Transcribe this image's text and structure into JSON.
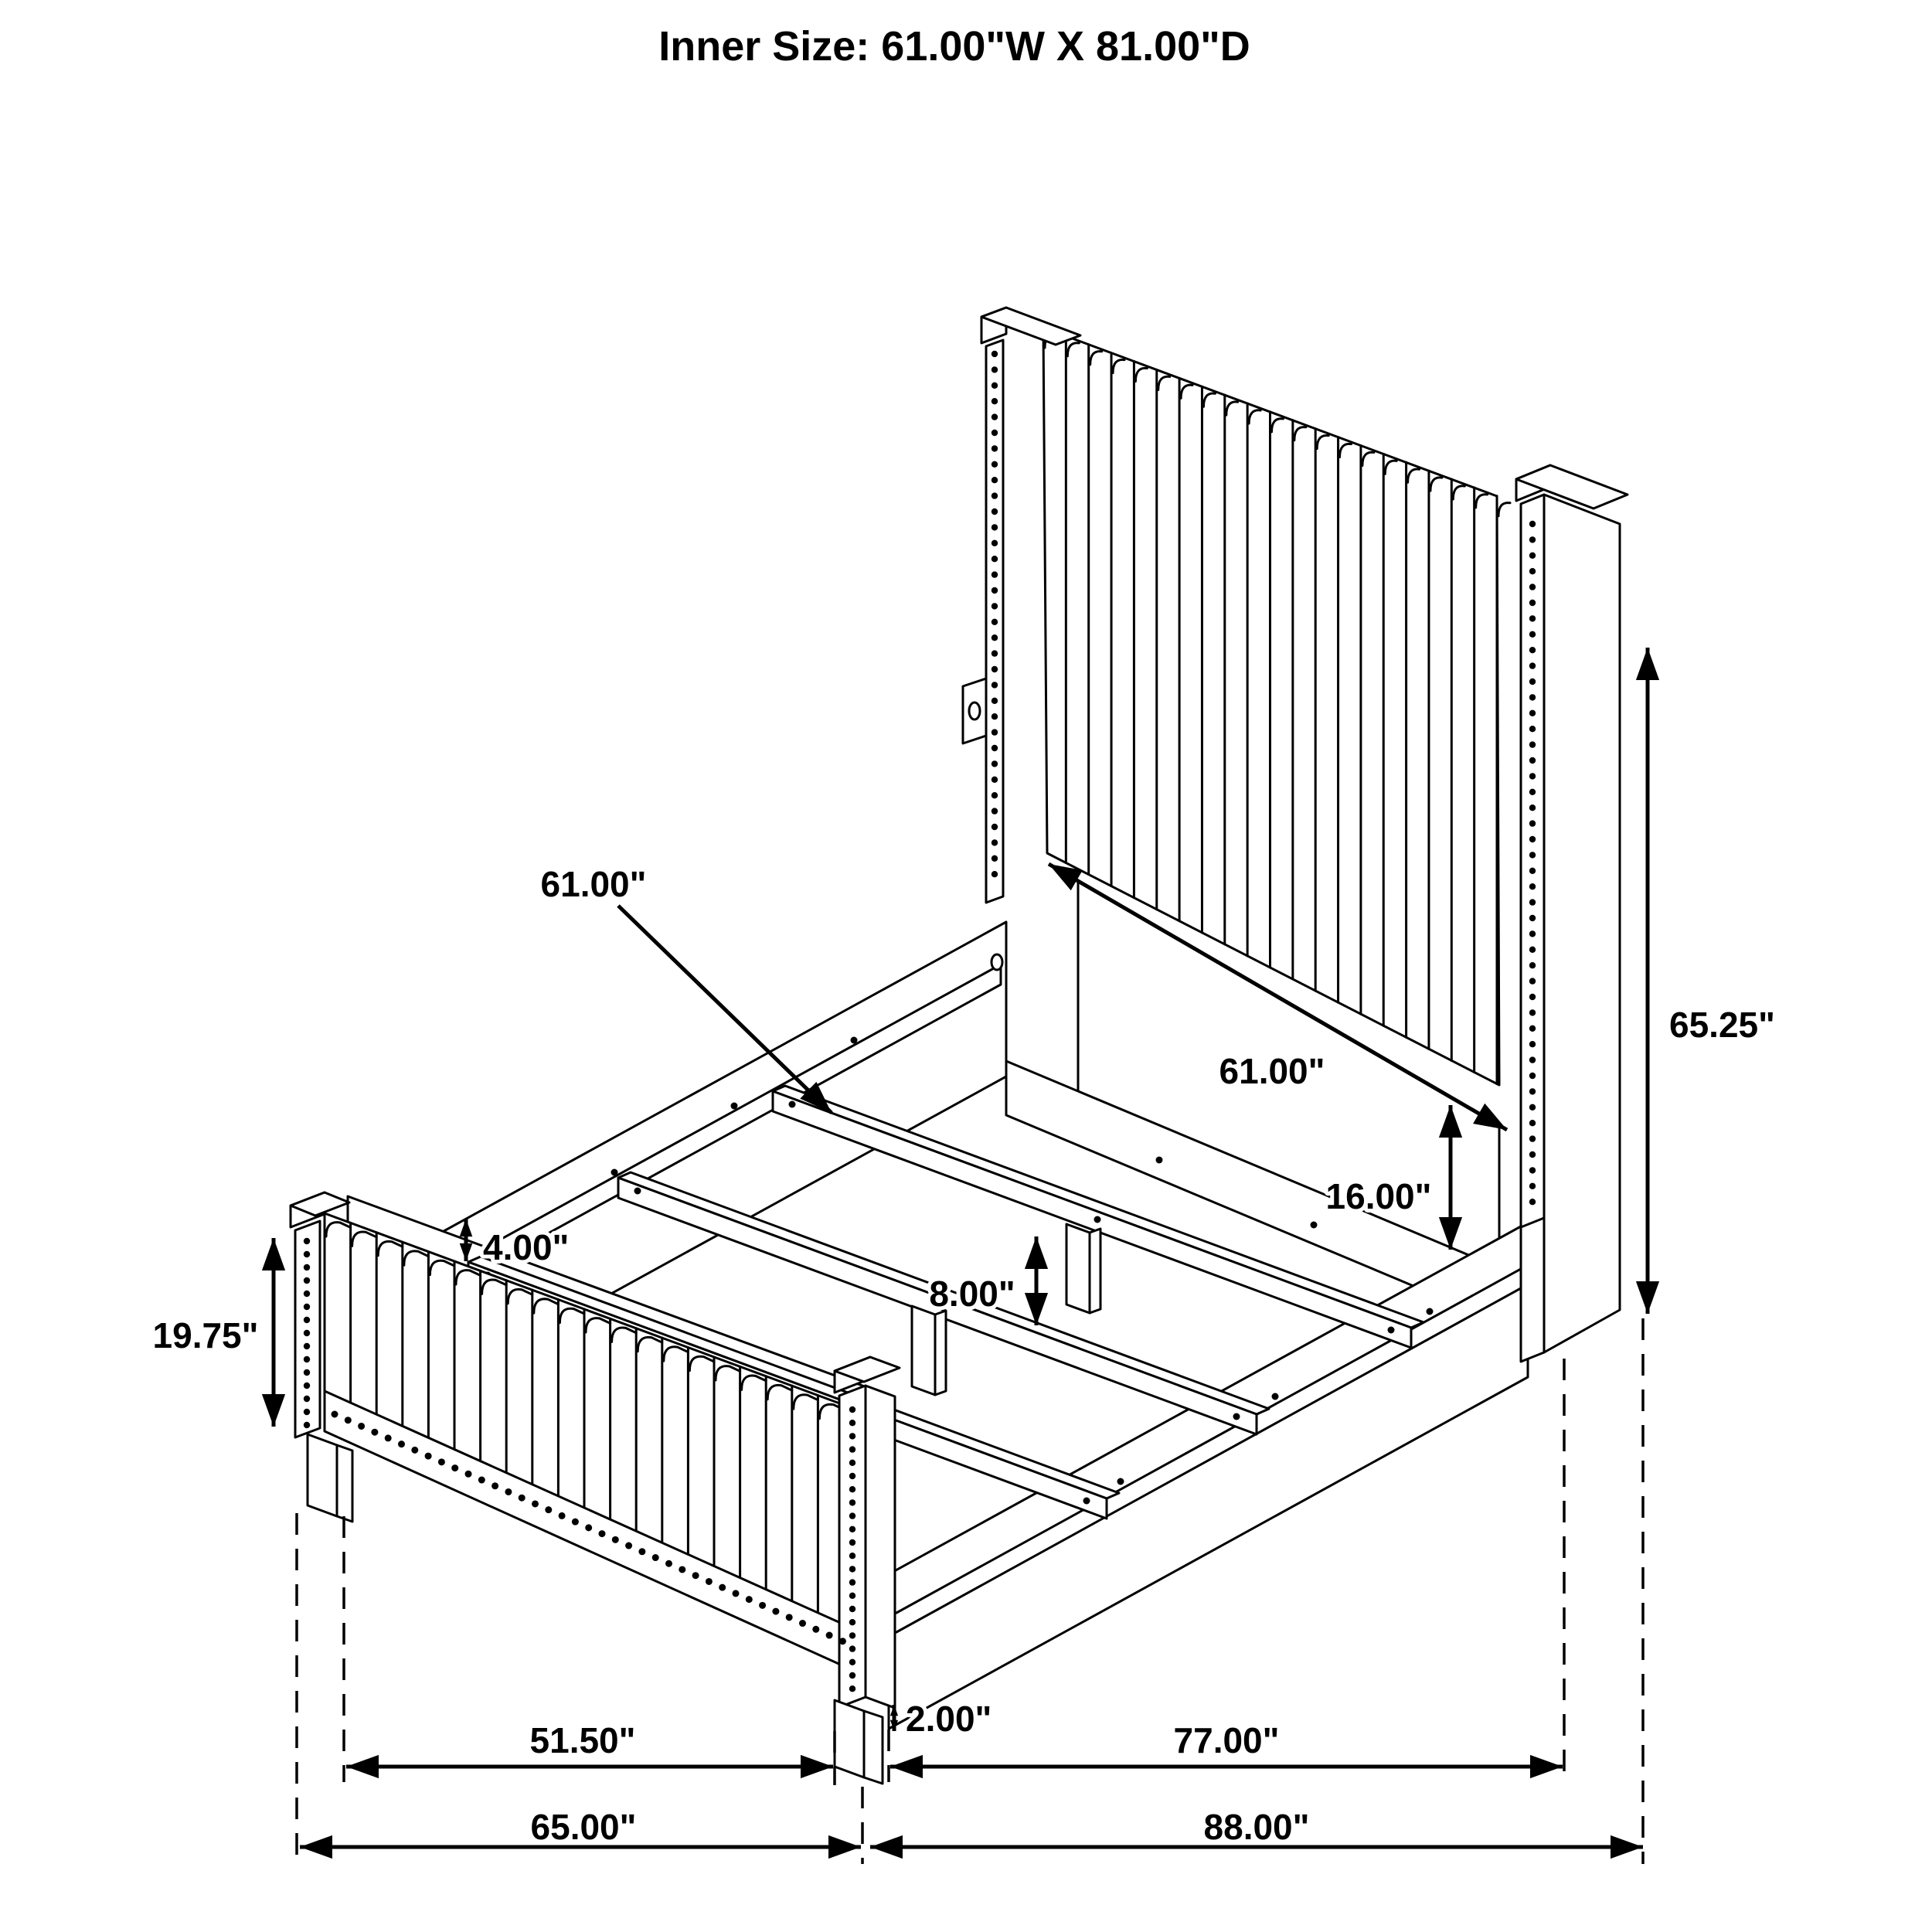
{
  "title": "Inner Size: 61.00\"W X 81.00\"D",
  "diagram": {
    "type": "isometric bed frame assembly dimension drawing",
    "colors": {
      "line": "#000000",
      "background": "#ffffff"
    },
    "labels": {
      "slat_width_leader": "61.00\"",
      "headboard_inner_width": "61.00\"",
      "headboard_height": "65.25\"",
      "panel_to_deck_height": "16.00\"",
      "slat_support_height": "4.00\"",
      "slat_leg_height": "8.00\"",
      "footboard_height": "19.75\"",
      "footboard_leg_height": "2.00\"",
      "footboard_inner_width": "51.50\"",
      "footboard_outer_width": "65.00\"",
      "inner_depth": "77.00\"",
      "outer_depth": "88.00\""
    }
  }
}
